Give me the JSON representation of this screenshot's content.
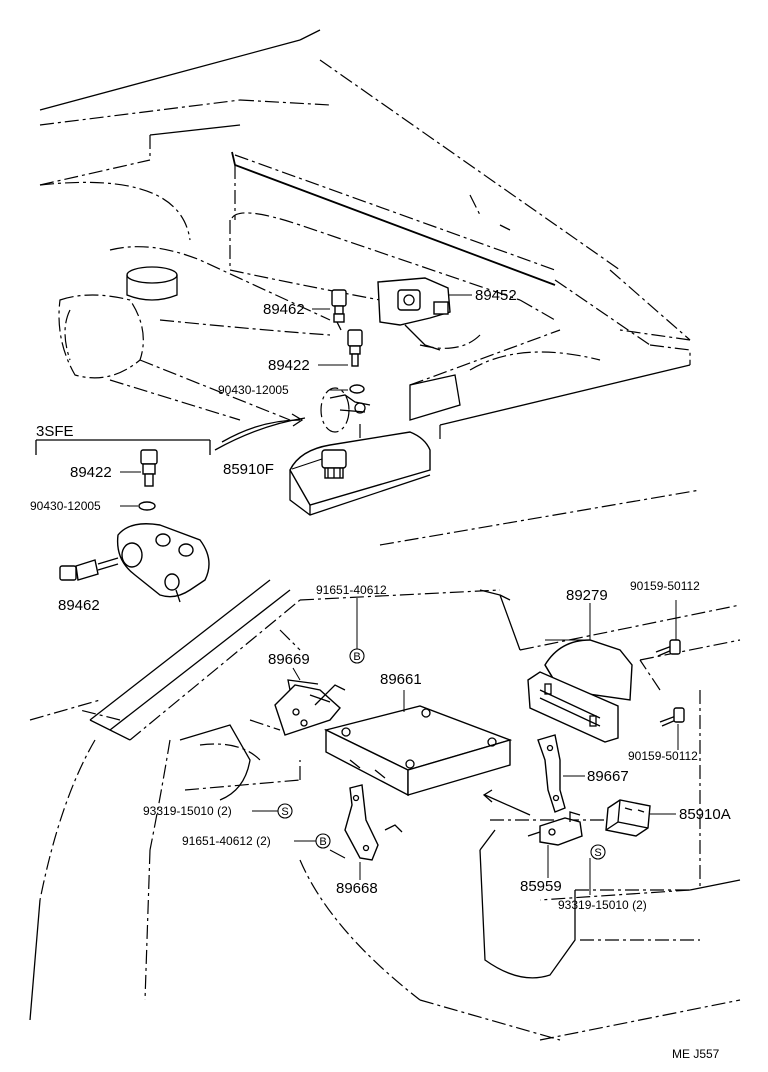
{
  "labels": {
    "p89462_top": "89462",
    "p89452": "89452",
    "p89422_top": "89422",
    "p90430_top": "90430-12005",
    "variant": "3SFE",
    "p85910F": "85910F",
    "p89422_left": "89422",
    "p90430_left": "90430-12005",
    "p89462_left": "89462",
    "p91651_top": "91651-40612",
    "p89279": "89279",
    "p90159_top": "90159-50112",
    "p89669": "89669",
    "p89661": "89661",
    "p90159_mid": "90159-50112",
    "p89667": "89667",
    "p93319_left": "93319-15010 (2)",
    "p85910A": "85910A",
    "p91651_left": "91651-40612 (2)",
    "p89668": "89668",
    "p85959": "85959",
    "p93319_right": "93319-15010 (2)",
    "footer_code": "ME  J557"
  },
  "badges": {
    "b_top": "B",
    "b_left": "B",
    "s_left": "S",
    "s_right": "S"
  }
}
